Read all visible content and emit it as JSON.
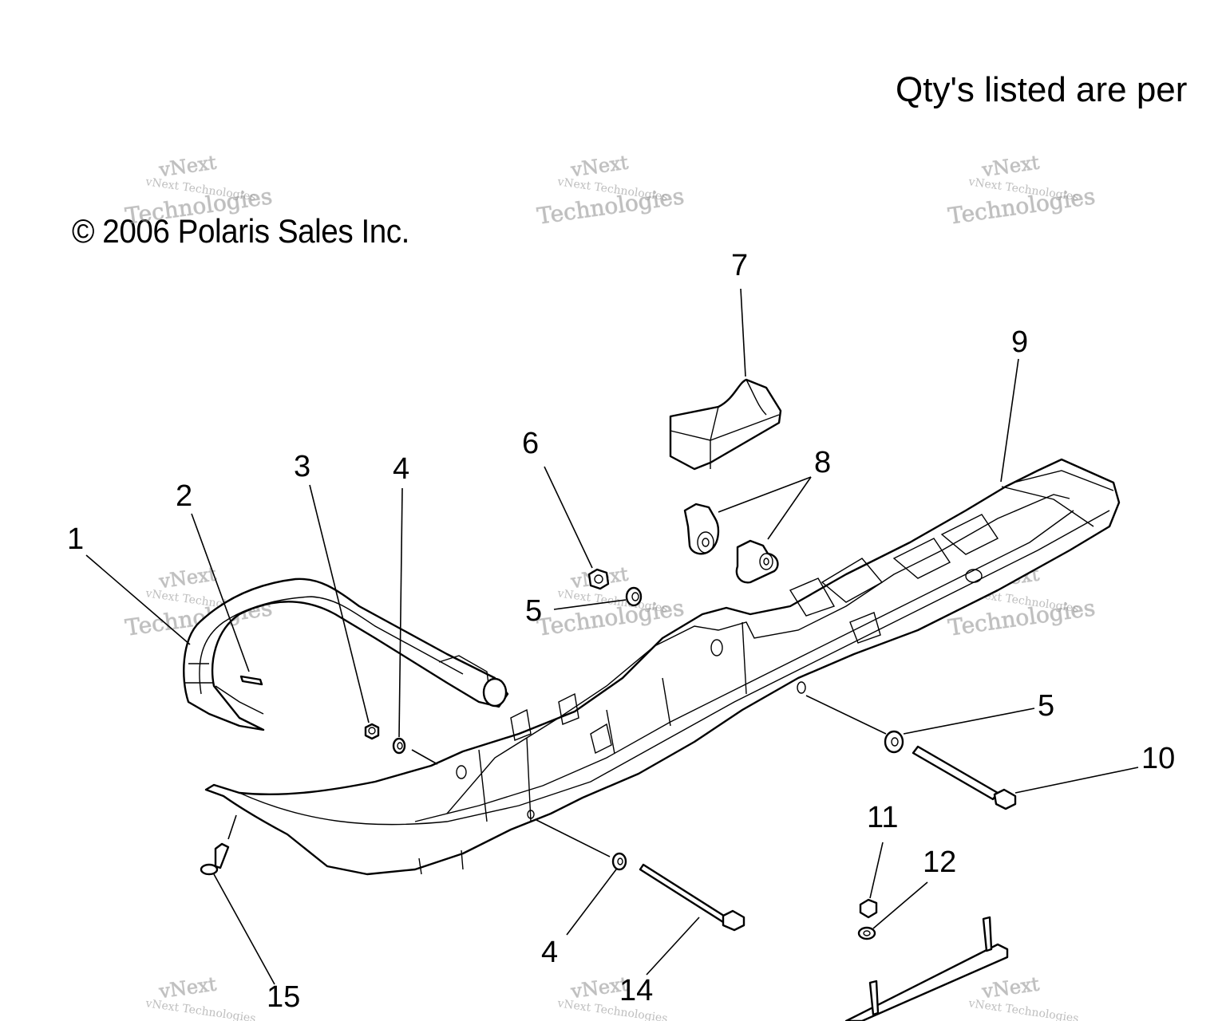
{
  "header": {
    "qty_note": "Qty's listed are per",
    "copyright": "© 2006 Polaris Sales Inc."
  },
  "watermark": {
    "line1": "vNext Technologies",
    "outline1": "vNext",
    "outline2": "Technologies"
  },
  "callouts": [
    "1",
    "2",
    "3",
    "4",
    "4",
    "5",
    "5",
    "6",
    "7",
    "8",
    "9",
    "10",
    "11",
    "12",
    "14",
    "15"
  ]
}
